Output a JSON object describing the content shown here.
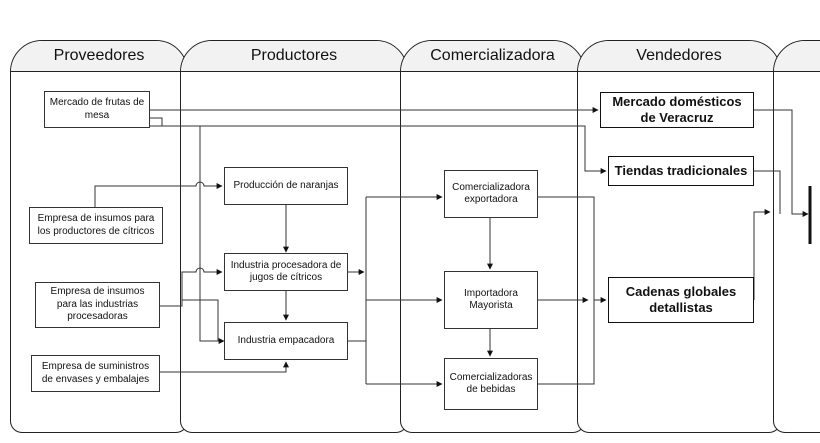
{
  "lanes": [
    {
      "id": "proveedores",
      "title": "Proveedores"
    },
    {
      "id": "productores",
      "title": "Productores"
    },
    {
      "id": "comercializadora",
      "title": "Comercializadora"
    },
    {
      "id": "vendedores",
      "title": "Vendedores"
    },
    {
      "id": "extra",
      "title": ""
    }
  ],
  "boxes": {
    "mercado_frutas": "Mercado de frutas de mesa",
    "empresa_insumos_productores": "Empresa de insumos para los productores de cítricos",
    "empresa_insumos_industrias": "Empresa de insumos para las industrias procesadoras",
    "empresa_envases": "Empresa de suministros de envases y embalajes",
    "produccion_naranjas": "Producción de naranjas",
    "industria_jugos": "Industria procesadora de jugos de cítricos",
    "industria_empacadora": "Industria empacadora",
    "comercializadora_exportadora": "Comercializadora exportadora",
    "importadora_mayorista": "Importadora Mayorista",
    "comercializadoras_bebidas": "Comercializadoras de bebidas",
    "mercado_domesticos": "Mercado domésticos de Veracruz",
    "tiendas_tradicionales": "Tiendas tradicionales",
    "cadenas_globales": "Cadenas globales detallistas"
  }
}
